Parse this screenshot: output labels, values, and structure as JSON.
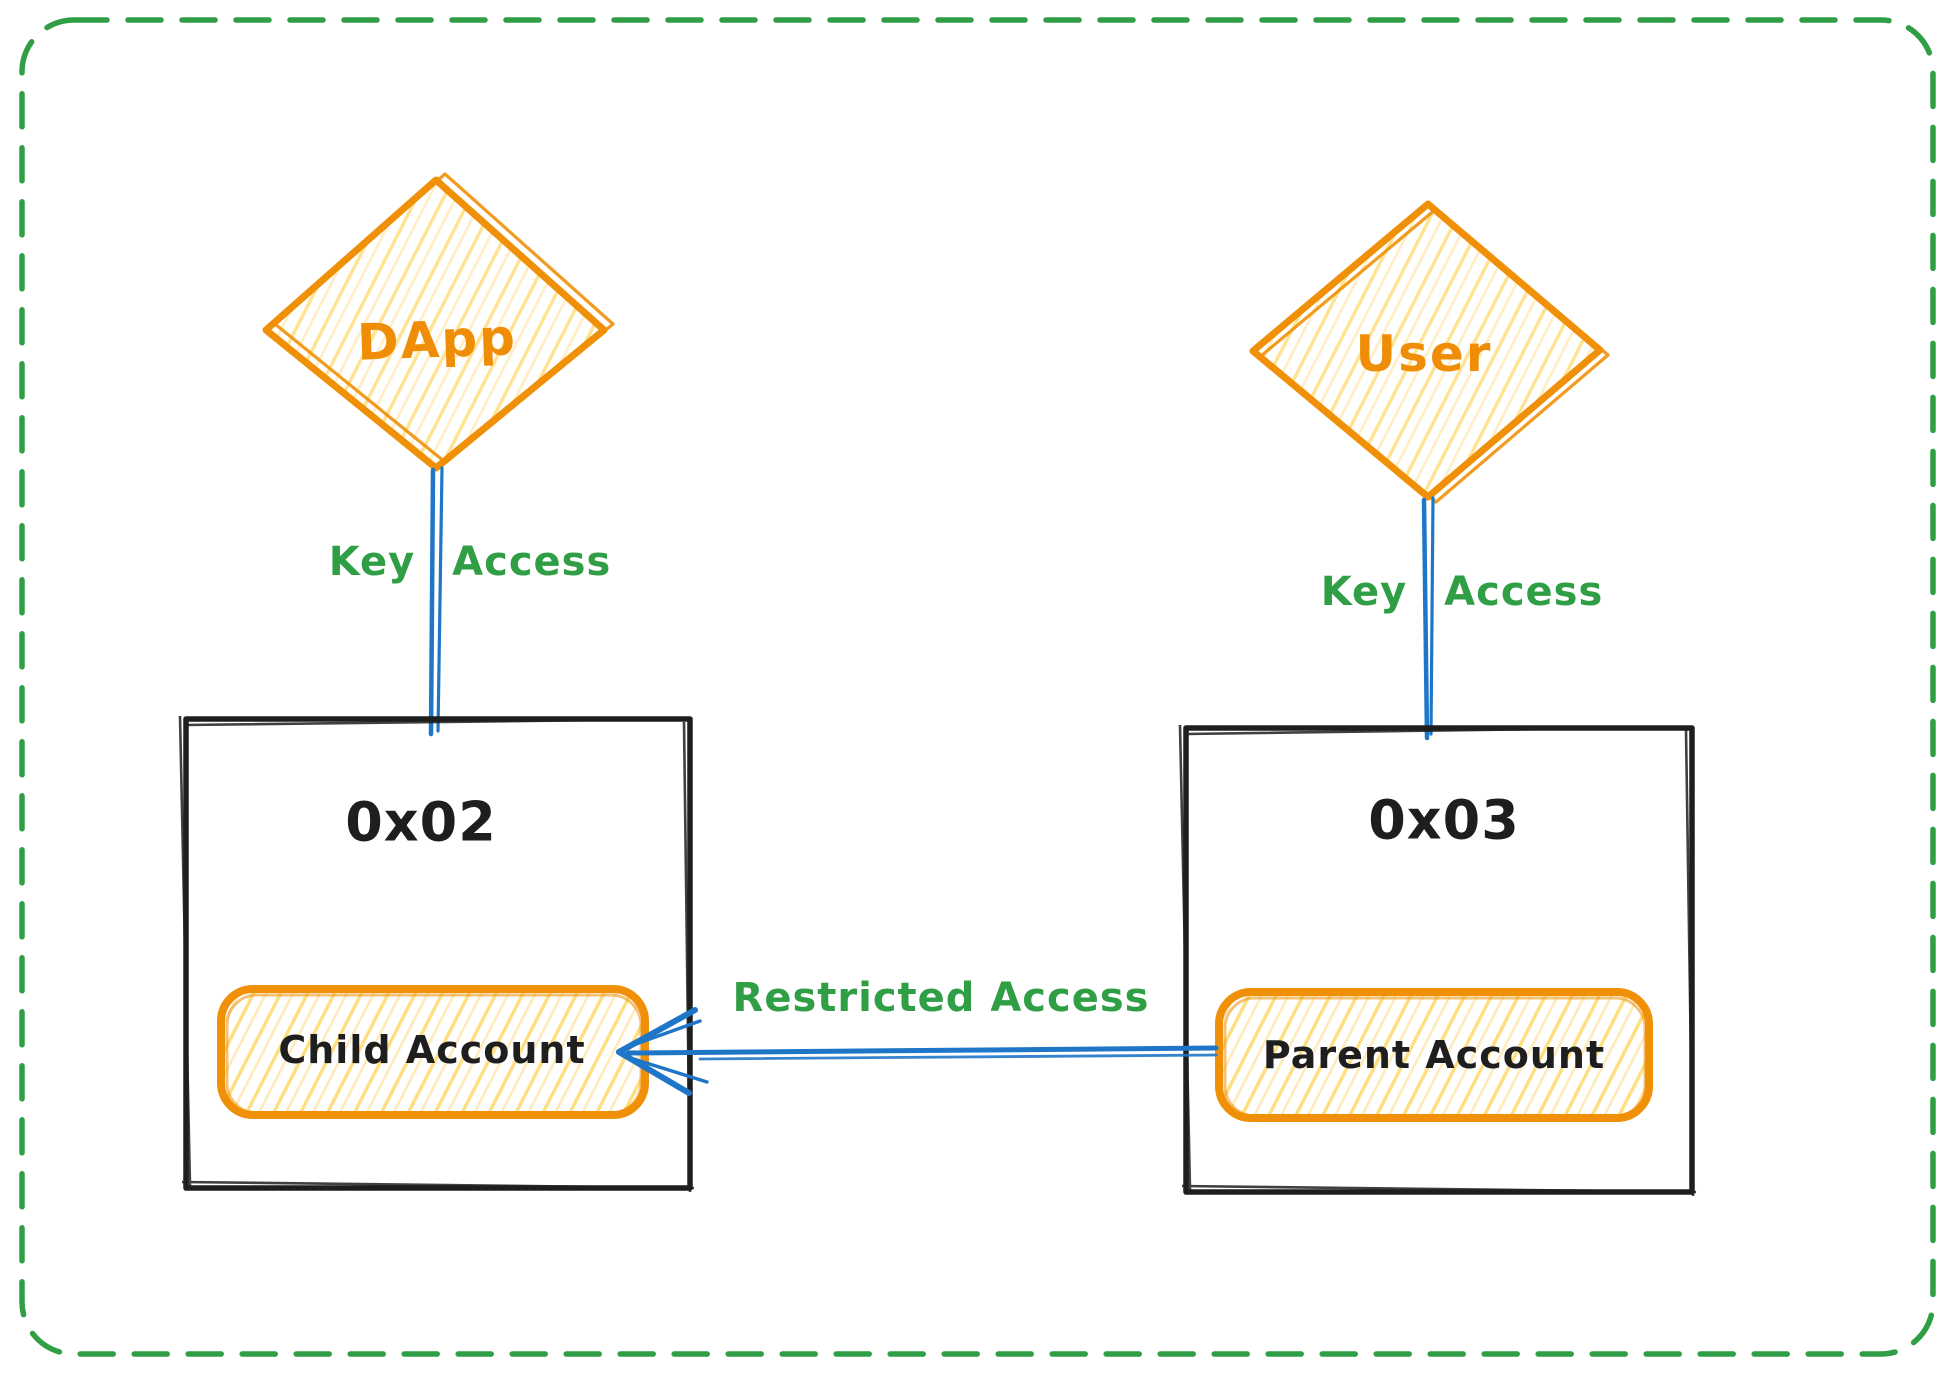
{
  "canvas": {
    "background": "#ffffff",
    "frame_color": "#2f9e44"
  },
  "nodes": {
    "dapp": {
      "label": "DApp",
      "shape": "diamond",
      "stroke": "#f08c00",
      "fill": "hachure-yellow"
    },
    "user": {
      "label": "User",
      "shape": "diamond",
      "stroke": "#f08c00",
      "fill": "hachure-yellow"
    },
    "account_left": {
      "title": "0x02",
      "shape": "rectangle",
      "stroke": "#1e1e1e",
      "inner": {
        "label": "Child Account",
        "shape": "rounded-rectangle",
        "stroke": "#f08c00",
        "fill": "hachure-yellow"
      }
    },
    "account_right": {
      "title": "0x03",
      "shape": "rectangle",
      "stroke": "#1e1e1e",
      "inner": {
        "label": "Parent Account",
        "shape": "rounded-rectangle",
        "stroke": "#f08c00",
        "fill": "hachure-yellow"
      }
    }
  },
  "edges": {
    "dapp_key_access": {
      "label": "Key Access",
      "line_color": "#1f76c8",
      "label_color": "#2f9e44",
      "from": "dapp",
      "to": "account_left"
    },
    "user_key_access": {
      "label": "Key Access",
      "line_color": "#1f76c8",
      "label_color": "#2f9e44",
      "from": "user",
      "to": "account_right"
    },
    "restricted_access": {
      "label": "Restricted Access",
      "line_color": "#1f76c8",
      "label_color": "#2f9e44",
      "from": "account_right.inner",
      "to": "account_left.inner",
      "arrowhead": "left"
    }
  }
}
